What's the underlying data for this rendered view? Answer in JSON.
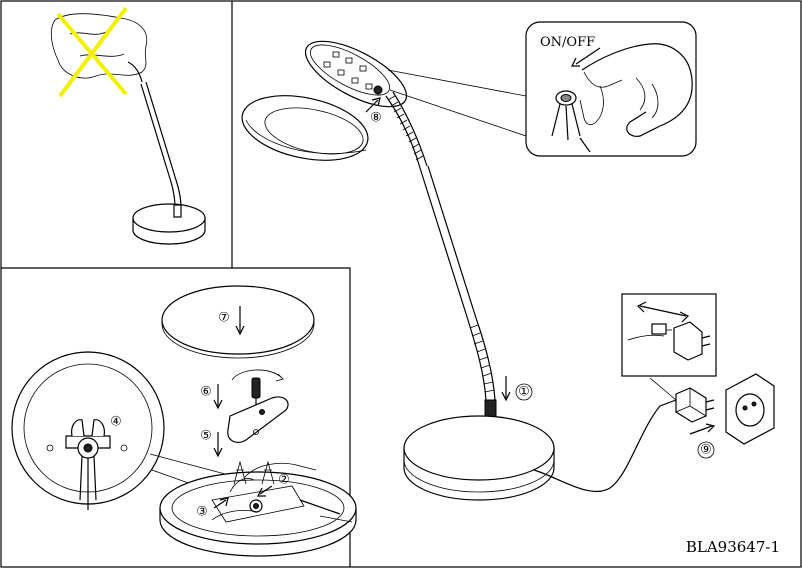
{
  "diagram": {
    "switch_label": "ON/OFF",
    "model_code": "BLA93647-1",
    "step_markers": {
      "step1": "①",
      "step2": "②",
      "step3": "③",
      "step4": "④",
      "step5": "⑤",
      "step6": "⑥",
      "step7": "⑦",
      "step8": "⑧",
      "step9": "⑨"
    },
    "colors": {
      "line": "#000000",
      "cross": "#f2f200",
      "shade_fill": "#888888",
      "background": "#ffffff"
    },
    "icons": [
      "cross-out-icon",
      "arrow-icon",
      "plug-icon",
      "wall-socket-icon",
      "screwdriver-icon"
    ]
  }
}
